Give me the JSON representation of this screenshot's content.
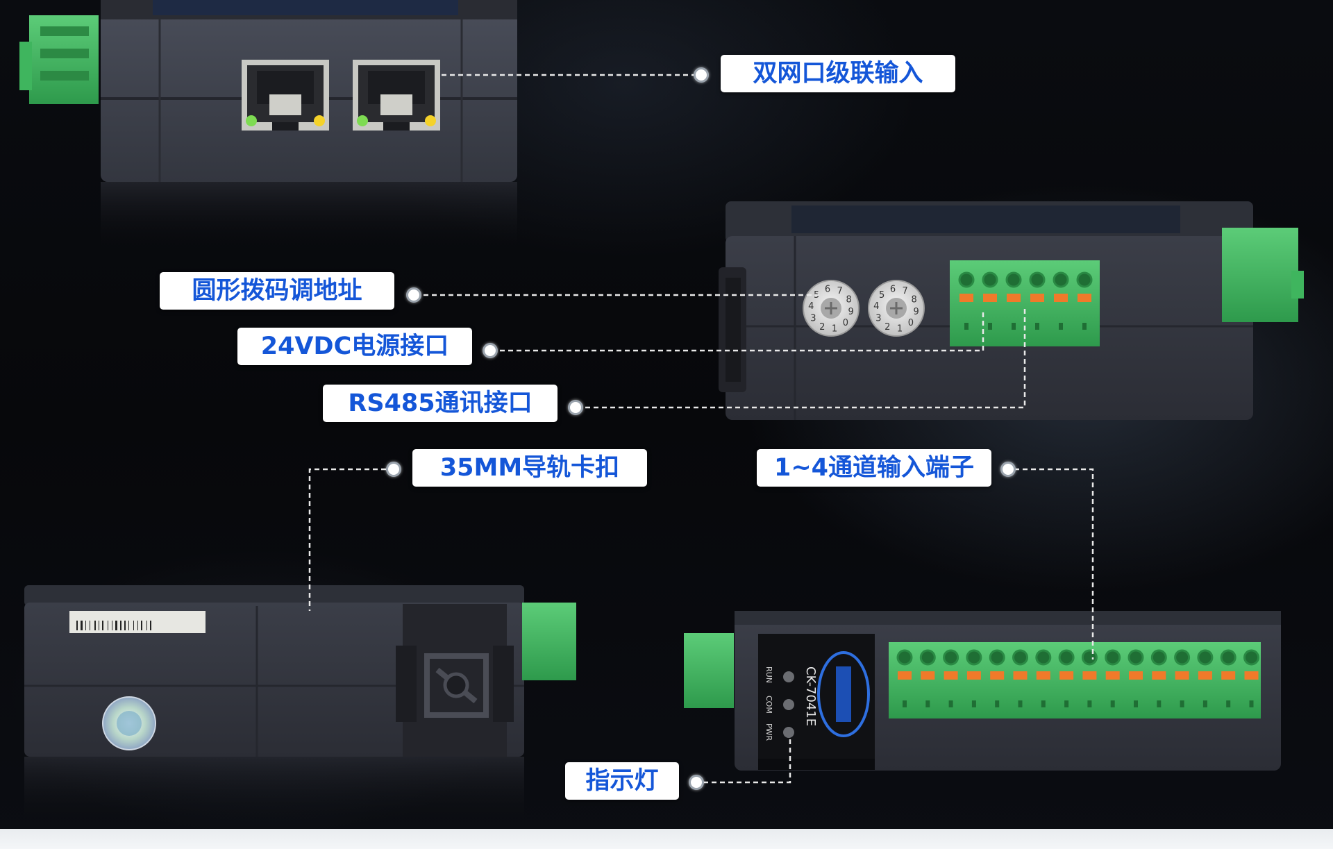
{
  "image": {
    "description_icons": [
      "ethernet-port-icon",
      "rotary-dip-switch-icon",
      "terminal-block-icon",
      "din-rail-clip-icon",
      "led-indicator-icon"
    ],
    "colors": {
      "callout_text": "#1456d8",
      "callout_bg": "#ffffff",
      "terminal_green": "#3fb55e",
      "terminal_orange": "#f07a2a",
      "housing": "#3a3d48"
    }
  },
  "callouts": {
    "dual_ethernet": "双网口级联输入",
    "rotary_address": "圆形拨码调地址",
    "power_24vdc": "24VDC电源接口",
    "rs485": "RS485通讯接口",
    "din_rail": "35MM导轨卡扣",
    "input_terminals": "1~4通道输入端子",
    "indicator": "指示灯"
  },
  "device": {
    "model": "CK-7041E",
    "led_labels": [
      "RUN",
      "COM",
      "PWR"
    ],
    "dial_digits": [
      "6",
      "7",
      "8",
      "9",
      "0",
      "1",
      "2",
      "3",
      "4",
      "5"
    ]
  }
}
